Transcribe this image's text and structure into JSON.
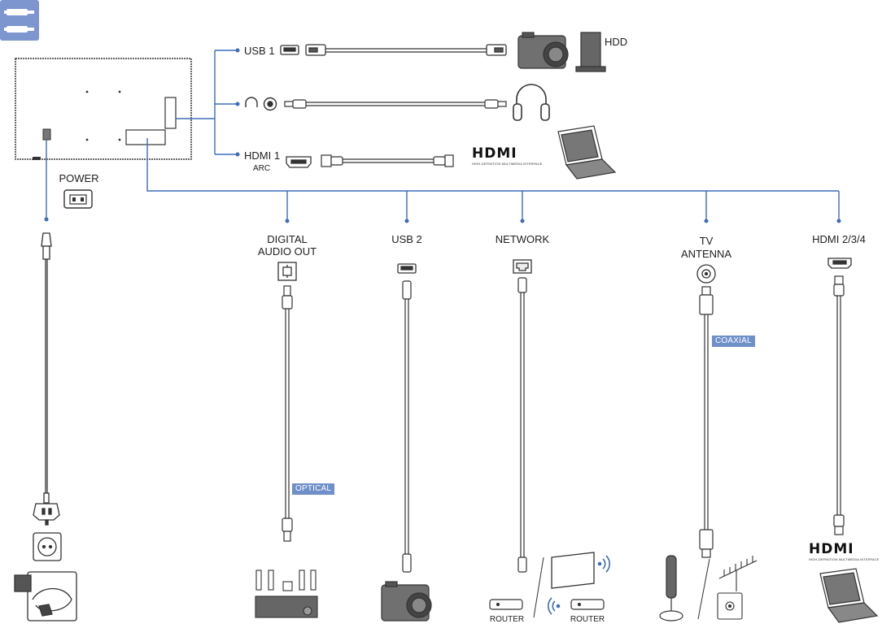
{
  "colors": {
    "connector_line": "#3d6db5",
    "tag_bg": "#6f8fc9",
    "header_icon_bg": "#7d96cf",
    "device_gray": "#555555"
  },
  "icons": [
    "connections-icon",
    "power-socket-icon",
    "usb-icon",
    "headphone-jack-icon",
    "hdmi-port-icon",
    "optical-port-icon",
    "ethernet-port-icon",
    "coax-port-icon",
    "camera-icon",
    "hdd-icon",
    "headphones-icon",
    "laptop-icon",
    "wall-socket-icon",
    "power-plug-icon",
    "home-theater-icon",
    "router-icon",
    "wifi-icon",
    "antenna-icon",
    "outdoor-antenna-icon"
  ],
  "power": {
    "label": "POWER"
  },
  "side_ports": {
    "usb1": "USB 1",
    "hdd": "HDD",
    "hdmi1": "HDMI 1",
    "arc": "ARC",
    "hdmi_logo": "HDMI",
    "hdmi_logo_sub": "HIGH-DEFINITION MULTIMEDIA INTERFACE"
  },
  "bottom_ports": {
    "digital_audio_line1": "DIGITAL",
    "digital_audio_line2": "AUDIO OUT",
    "usb2": "USB 2",
    "network": "NETWORK",
    "tv_antenna_line1": "TV",
    "tv_antenna_line2": "ANTENNA",
    "hdmi234": "HDMI 2/3/4"
  },
  "cable_tags": {
    "optical": "OPTICAL",
    "coaxial": "COAXIAL"
  },
  "devices": {
    "router_wired": "ROUTER",
    "router_wireless": "ROUTER",
    "hdmi_logo": "HDMI",
    "hdmi_logo_sub": "HIGH-DEFINITION MULTIMEDIA INTERFACE"
  }
}
